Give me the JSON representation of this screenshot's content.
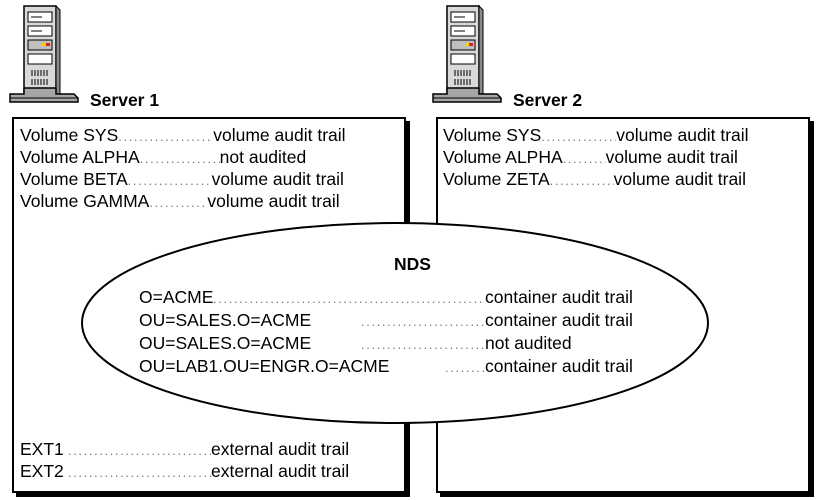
{
  "servers": [
    {
      "label": "Server 1",
      "volumes": [
        {
          "name": "Volume SYS",
          "status": "volume audit trail"
        },
        {
          "name": "Volume ALPHA",
          "status": "not audited"
        },
        {
          "name": "Volume BETA",
          "status": "volume audit trail"
        },
        {
          "name": "Volume GAMMA",
          "status": "volume audit trail"
        }
      ],
      "externals": [
        {
          "name": "EXT1",
          "status": "external audit trail"
        },
        {
          "name": "EXT2",
          "status": "external audit trail"
        }
      ]
    },
    {
      "label": "Server 2",
      "volumes": [
        {
          "name": "Volume SYS",
          "status": "volume audit trail"
        },
        {
          "name": "Volume ALPHA",
          "status": "volume audit trail"
        },
        {
          "name": "Volume ZETA",
          "status": "volume audit trail"
        }
      ]
    }
  ],
  "nds": {
    "title": "NDS",
    "entries": [
      {
        "name": "O=ACME",
        "status": "container audit trail"
      },
      {
        "name": "OU=SALES.O=ACME",
        "status": "container audit trail"
      },
      {
        "name": "OU=SALES.O=ACME",
        "status": "not audited"
      },
      {
        "name": "OU=LAB1.OU=ENGR.O=ACME",
        "status": "container audit trail"
      }
    ]
  },
  "colors": {
    "ink": "#000000",
    "server_light": "#d9d9d9",
    "server_mid": "#a6a6a6",
    "led_yellow": "#f5d300",
    "led_red": "#e02020"
  },
  "icons": [
    "server-tower-icon",
    "server-tower-icon"
  ]
}
